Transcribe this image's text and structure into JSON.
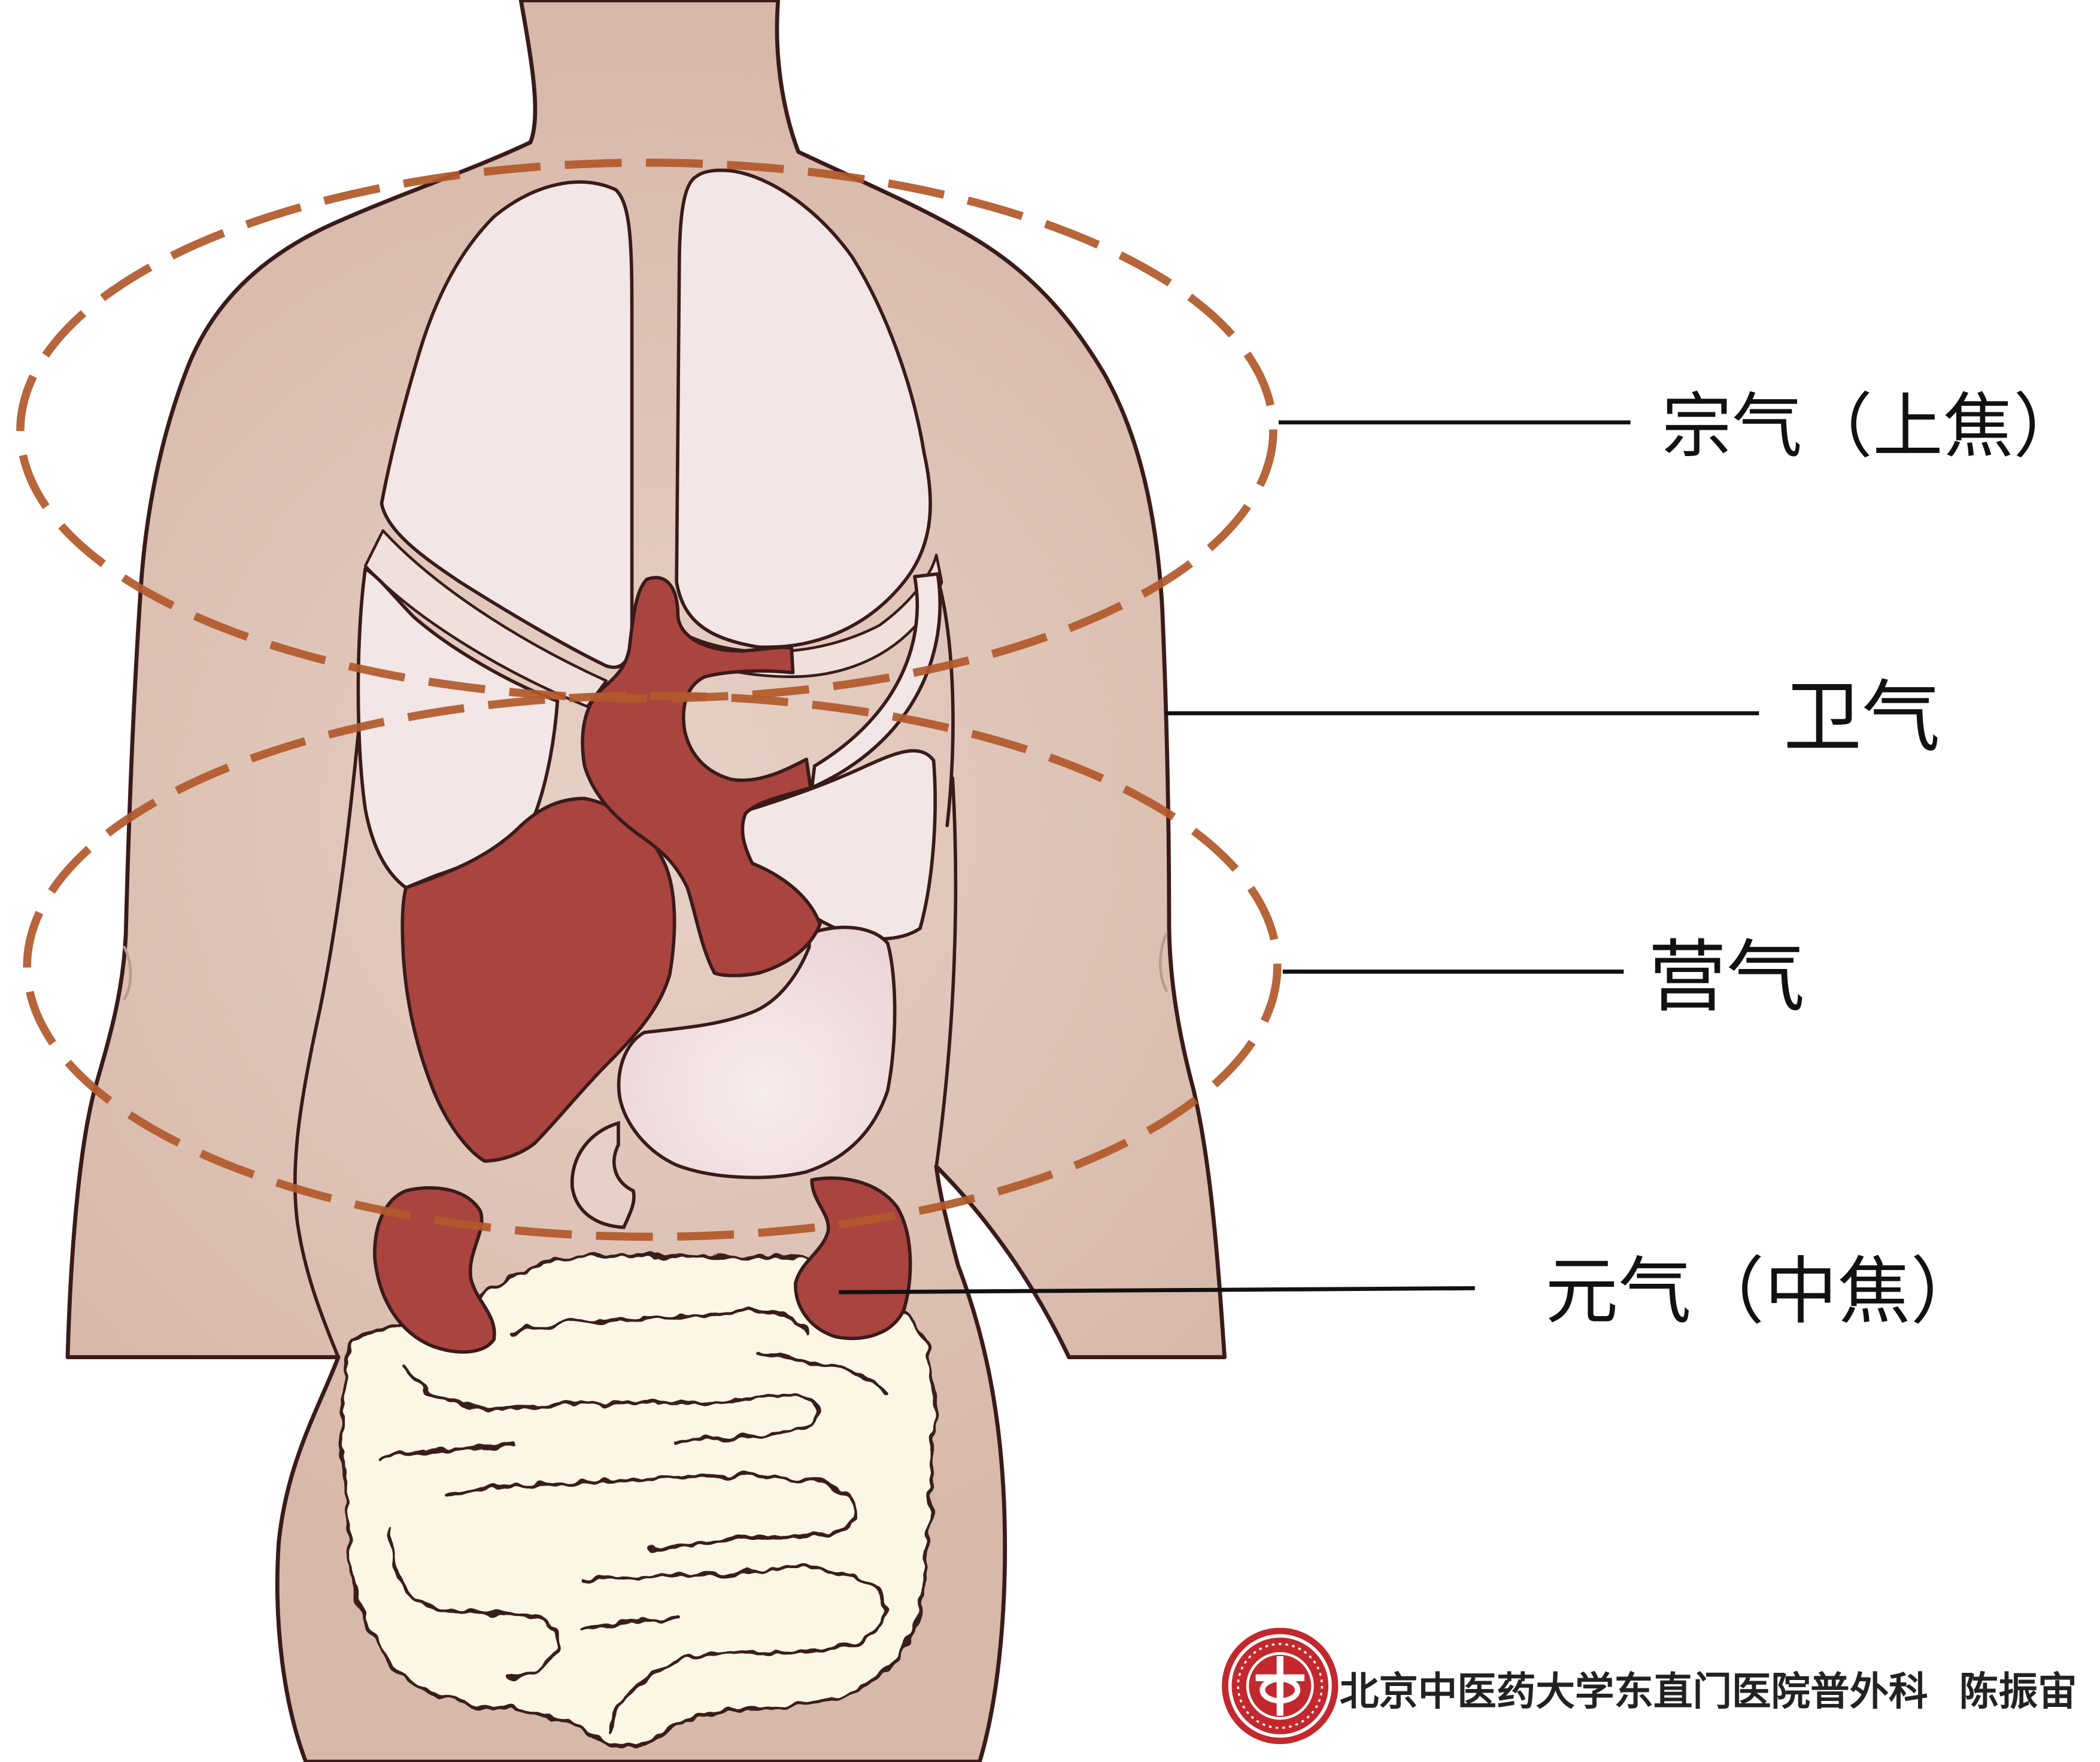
{
  "labels": {
    "zong_qi": "宗气（上焦）",
    "wei_qi": "卫气",
    "ying_qi": "营气",
    "yuan_qi": "元气（中焦）"
  },
  "watermark": {
    "institution": "北京中医药大学东直门医院普外科",
    "author": "陈振宙",
    "seal_icon": "hospital-seal-icon"
  },
  "colors": {
    "skin": "#d7b9aa",
    "skin_light": "#e7d1c6",
    "organ_dark_red": "#a9443f",
    "organ_light": "#f2e6e6",
    "stomach": "#ecd5d8",
    "intestine": "#fbf7e4",
    "qi_ring_dashed": "#b1592b",
    "outline": "#3b1a1a",
    "leader_line": "#111111",
    "seal_red": "#c3282e"
  }
}
